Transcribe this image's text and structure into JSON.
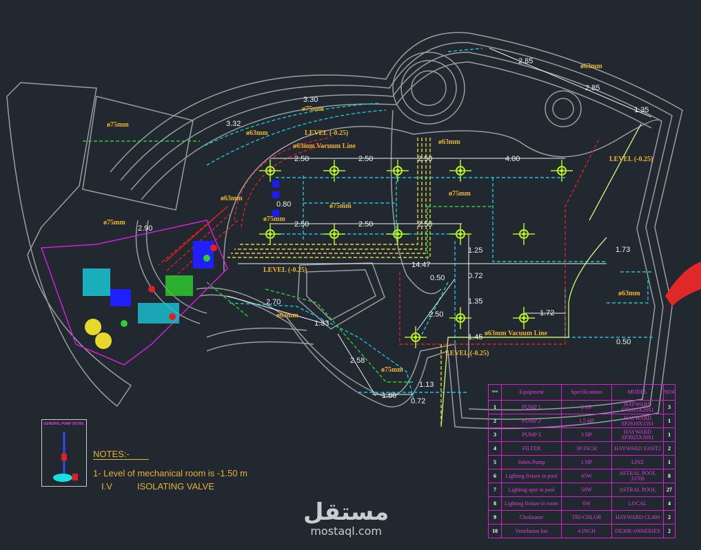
{
  "drawing": {
    "colors": {
      "background": "#212830",
      "outline": "#9a9ea3",
      "pipe_cyan": "#19c6d6",
      "pipe_red": "#e02020",
      "pipe_yellow": "#e8d82a",
      "pipe_green": "#2fcf2f",
      "lamp": "#b8f020",
      "label": "#f0b429",
      "table": "#d61fd6"
    },
    "dimensions": [
      "2.50",
      "2.50",
      "2.50",
      "4.00",
      "2.50",
      "2.50",
      "2.50",
      "0.80",
      "14.47",
      "1.25",
      "0.72",
      "0.50",
      "1.35",
      "2.50",
      "1.72",
      "1.45",
      "1.73",
      "0.50",
      "2.70",
      "1.33",
      "2.58",
      "1.13",
      "1.60",
      "0.72",
      "2.85",
      "2.85",
      "1.35",
      "3.30",
      "3.32",
      "2.90"
    ],
    "pipe_labels": [
      "ø75mm",
      "ø63mm",
      "ø75mm",
      "ø63mm Vacuum Line",
      "ø63mm",
      "ø63mm",
      "ø75mm",
      "ø75mm",
      "ø75mm",
      "ø63mm",
      "ø63mm",
      "ø63mm Vacuum Line",
      "ø75mm",
      "ø63mm",
      "ø75mm"
    ],
    "levels": [
      "LEVEL (-0.25)",
      "LEVEL (-0.25)",
      "LEVEL (-0.25)",
      "LEVEL (-0.25)"
    ],
    "lamp_icon": "light-fixture-icon"
  },
  "pump_detail": {
    "title": "GENERAL PUMP DETAIL"
  },
  "notes": {
    "title": "NOTES:-",
    "line1": "1- Level of mechanical room is -1.50 m",
    "abbr": "I.V",
    "abbr_meaning": "ISOLATING VALVE"
  },
  "table": {
    "headers": [
      "item",
      "Equipment",
      "Specifications",
      "MODEL",
      "NO#"
    ],
    "rows": [
      {
        "idx": "1",
        "equipment": "PUMP 1",
        "spec": "2 HP",
        "model": "HAYWARD SP2615X20S1",
        "no": "3"
      },
      {
        "idx": "2",
        "equipment": "PUMP 2",
        "spec": "1.5 HP",
        "model": "HAYWARD SP2610X15S1",
        "no": "1"
      },
      {
        "idx": "3",
        "equipment": "PUMP 3",
        "spec": "3 HP",
        "model": "HAYWARD SP3025X30S1",
        "no": "1"
      },
      {
        "idx": "4",
        "equipment": "FILTER",
        "spec": "30 INCH",
        "model": "HAYWARD S310T2",
        "no": "2"
      },
      {
        "idx": "5",
        "equipment": "Subm.Pump",
        "spec": "1 HP",
        "model": "LINZ",
        "no": "1"
      },
      {
        "idx": "6",
        "equipment": "Lighting fixture in pool",
        "spec": "65W",
        "model": "ASTRAL POOL 33700",
        "no": "8"
      },
      {
        "idx": "7",
        "equipment": "Lighting spot in pool",
        "spec": "50W",
        "model": "ASTRAL POOL",
        "no": "27"
      },
      {
        "idx": "8",
        "equipment": "Lighting fixture in room",
        "spec": "6W",
        "model": "LOCAL",
        "no": "4"
      },
      {
        "idx": "9",
        "equipment": "Cholinator",
        "spec": "TRI-CHLOR",
        "model": "HAYWARD CL400",
        "no": "2"
      },
      {
        "idx": "10",
        "equipment": "Ventilation fan",
        "spec": "4 INCH",
        "model": "DE30R-100SERIES",
        "no": "2"
      }
    ]
  },
  "watermark": {
    "arabic": "مستقل",
    "latin": "mostaql.com"
  }
}
